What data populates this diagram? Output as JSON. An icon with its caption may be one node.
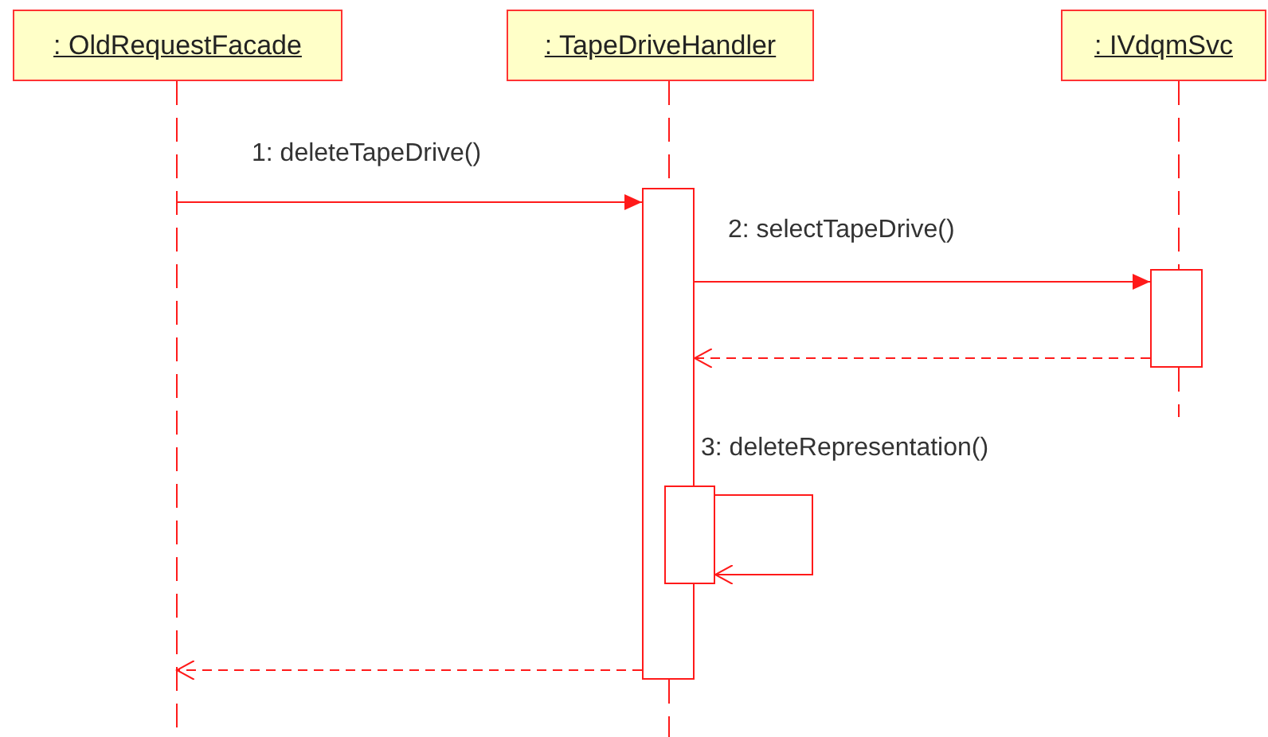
{
  "diagram": {
    "nodes": [
      {
        "text": [
          ": OldRequestFacade"
        ]
      },
      {
        "text": [
          ": TapeDriveHandler"
        ]
      },
      {
        "text": [
          ": IVdqmSvc"
        ]
      },
      {
        "text": [],
        "shape": "bar"
      },
      {
        "text": [],
        "shape": "bar"
      },
      {
        "text": [],
        "shape": "bar"
      }
    ],
    "edges": [
      {
        "from": 0,
        "to": null,
        "arrow": "none",
        "style": "dashed"
      },
      {
        "from": 1,
        "to": null,
        "arrow": "none",
        "style": "dashed"
      },
      {
        "from": 2,
        "to": null,
        "arrow": "none",
        "style": "dashed"
      },
      {
        "from": null,
        "to": 3,
        "arrow": "to",
        "label": "1: deleteTapeDrive()"
      },
      {
        "from": 3,
        "to": 4,
        "arrow": "to",
        "label": "2: selectTapeDrive()"
      },
      {
        "from": 4,
        "to": 3,
        "arrow": "to",
        "style": "dashed"
      },
      {
        "from": 3,
        "to": 5,
        "arrow": "to",
        "label": "3: deleteRepresentation()"
      },
      {
        "from": 3,
        "to": null,
        "arrow": "to",
        "style": "dashed"
      }
    ]
  }
}
